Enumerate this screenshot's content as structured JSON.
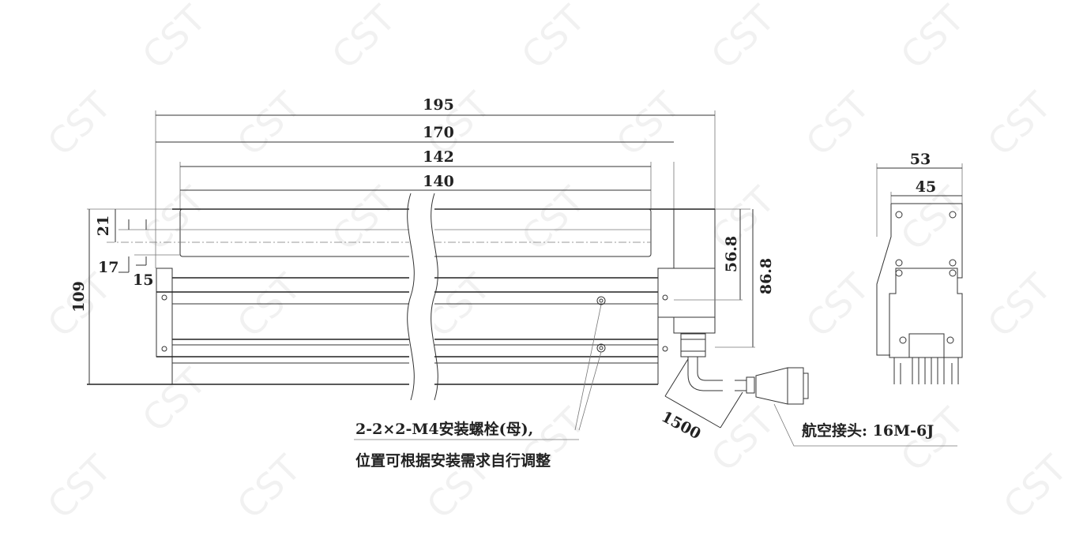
{
  "watermark": "CST",
  "dimensions": {
    "overall_length": "195",
    "mount_length": "170",
    "window_outer": "142",
    "window_inner": "140",
    "height_total": "109",
    "offset_21": "21",
    "offset_17": "17",
    "offset_15": "15",
    "height_56_8": "56.8",
    "height_86_8": "86.8",
    "cable_length": "1500",
    "side_width": "53",
    "side_inner_width": "45"
  },
  "notes": {
    "bolt_line1": "2-2×2-M4安装螺栓(母),",
    "bolt_line2": "位置可根据安装需求自行调整",
    "connector": "航空接头: 16M-6J"
  }
}
